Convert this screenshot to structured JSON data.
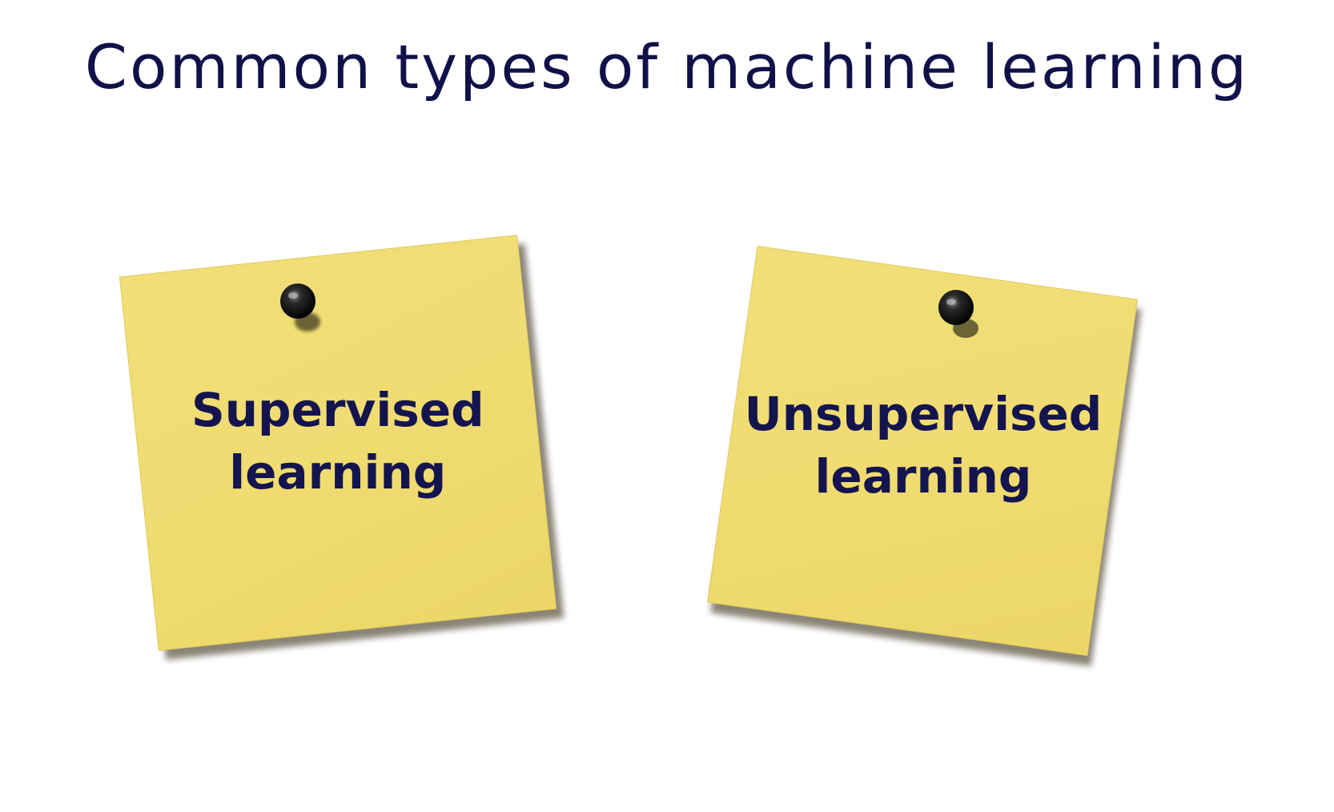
{
  "title": "Common types of machine learning",
  "notes": [
    {
      "line1": "Supervised",
      "line2": "learning"
    },
    {
      "line1": "Unsupervised",
      "line2": "learning"
    }
  ],
  "colors": {
    "text": "#11114a",
    "note_yellow": "#f0dc72",
    "pin": "#111111"
  },
  "icons": {
    "pin": "pushpin-icon"
  }
}
